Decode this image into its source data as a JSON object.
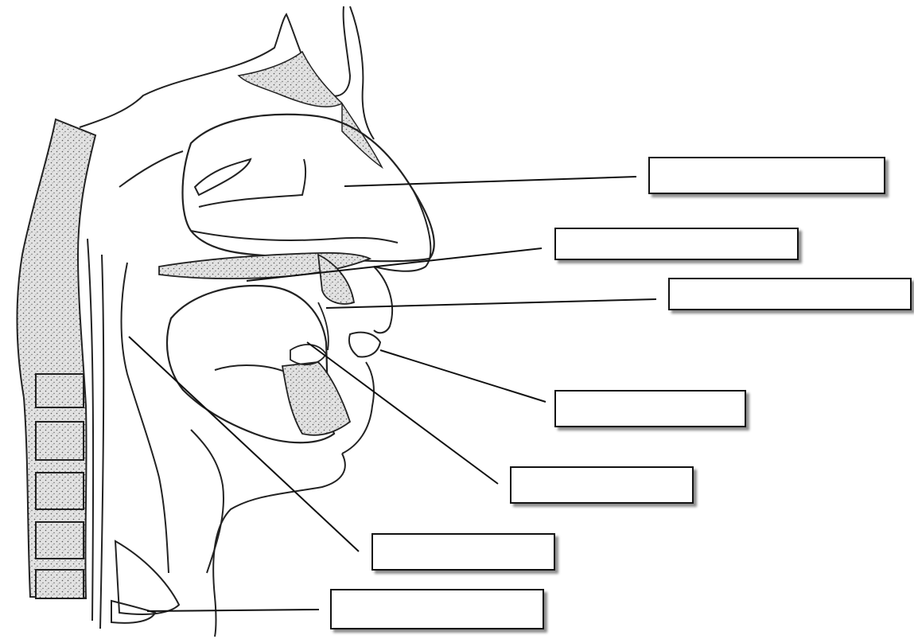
{
  "diagram": {
    "labels": [
      {
        "id": "box-1",
        "name": "label-box-nasal-cavity",
        "text": ""
      },
      {
        "id": "box-2",
        "name": "label-box-hard-palate",
        "text": ""
      },
      {
        "id": "box-3",
        "name": "label-box-teeth",
        "text": ""
      },
      {
        "id": "box-4",
        "name": "label-box-lips",
        "text": ""
      },
      {
        "id": "box-5",
        "name": "label-box-tongue",
        "text": ""
      },
      {
        "id": "box-6",
        "name": "label-box-pharynx",
        "text": ""
      },
      {
        "id": "box-7",
        "name": "label-box-larynx",
        "text": ""
      }
    ]
  }
}
